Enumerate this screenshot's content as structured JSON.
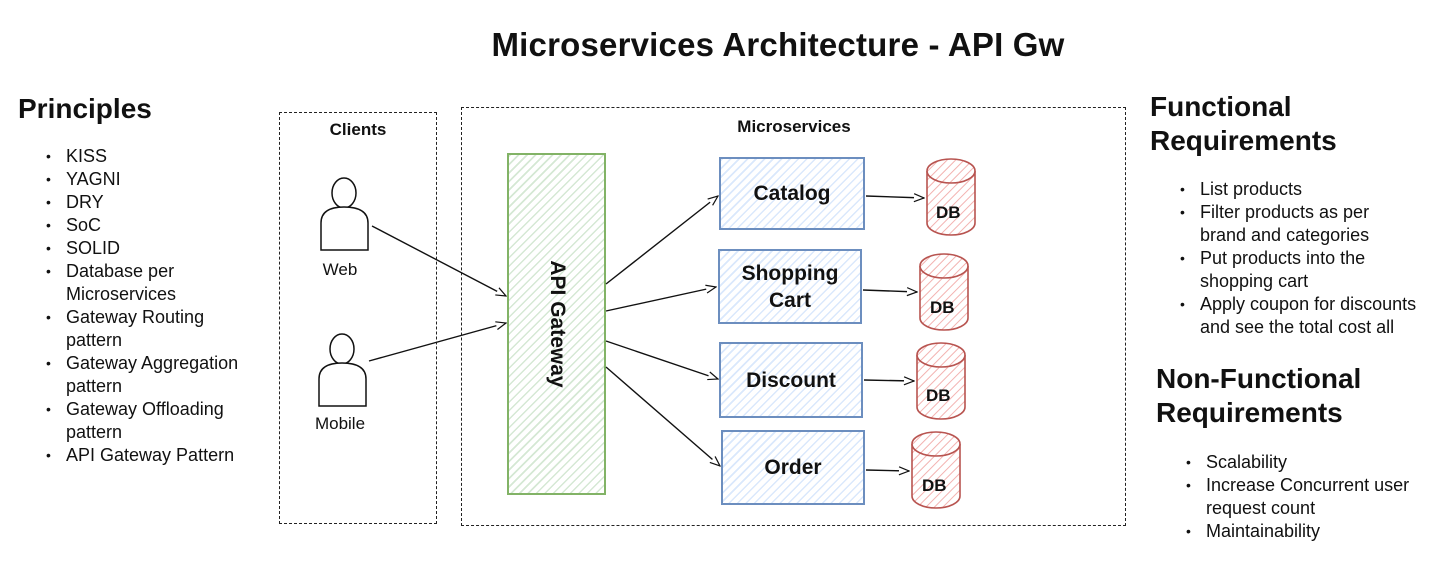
{
  "title": "Microservices Architecture - API Gw",
  "principles": {
    "heading": "Principles",
    "items": [
      [
        "KISS"
      ],
      [
        "YAGNI"
      ],
      [
        "DRY"
      ],
      [
        "SoC"
      ],
      [
        "SOLID"
      ],
      [
        "Database per",
        "Microservices"
      ],
      [
        "Gateway Routing",
        "pattern"
      ],
      [
        "Gateway Aggregation",
        "pattern"
      ],
      [
        "Gateway Offloading",
        "pattern"
      ],
      [
        "API Gateway Pattern"
      ]
    ]
  },
  "clients": {
    "label": "Clients",
    "items": [
      {
        "label": "Web",
        "icon": "user-icon"
      },
      {
        "label": "Mobile",
        "icon": "user-icon"
      }
    ]
  },
  "microservices": {
    "label": "Microservices",
    "gateway_label": "API Gateway",
    "services": [
      {
        "label": "Catalog",
        "db": "DB"
      },
      {
        "label": "Shopping Cart",
        "db": "DB"
      },
      {
        "label": "Discount",
        "db": "DB"
      },
      {
        "label": "Order",
        "db": "DB"
      }
    ]
  },
  "functional": {
    "heading_line1": "Functional",
    "heading_line2": "Requirements",
    "items": [
      [
        "List products"
      ],
      [
        "Filter products as per",
        "brand and categories"
      ],
      [
        "Put products into the",
        "shopping cart"
      ],
      [
        "Apply coupon for discounts",
        "and see the total cost all"
      ]
    ]
  },
  "non_functional": {
    "heading_line1": "Non-Functional",
    "heading_line2": "Requirements",
    "items": [
      [
        "Scalability"
      ],
      [
        "Increase Concurrent user",
        "request count"
      ],
      [
        "Maintainability"
      ]
    ]
  },
  "colors": {
    "service_border": "#6c8ebf",
    "service_fill": "#dae8fc",
    "gateway_border": "#82b366",
    "gateway_fill": "#d5e8d4",
    "db_border": "#b85450",
    "db_fill": "#f8cecc"
  }
}
